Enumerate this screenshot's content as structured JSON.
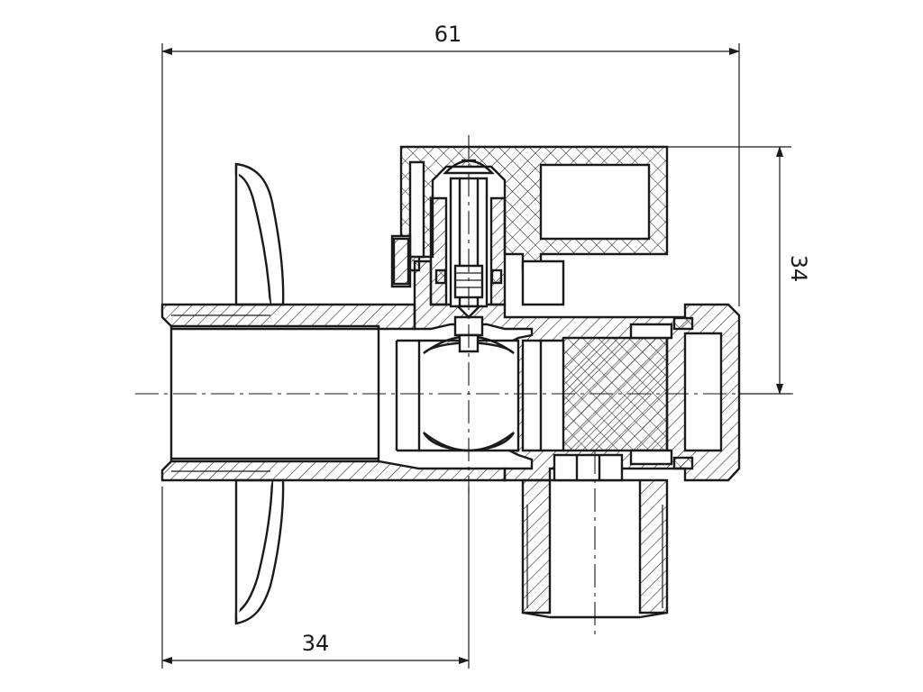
{
  "dimensions": {
    "overall_width": "61",
    "height_to_axis": "34",
    "inlet_to_outlet_axis": "34"
  }
}
